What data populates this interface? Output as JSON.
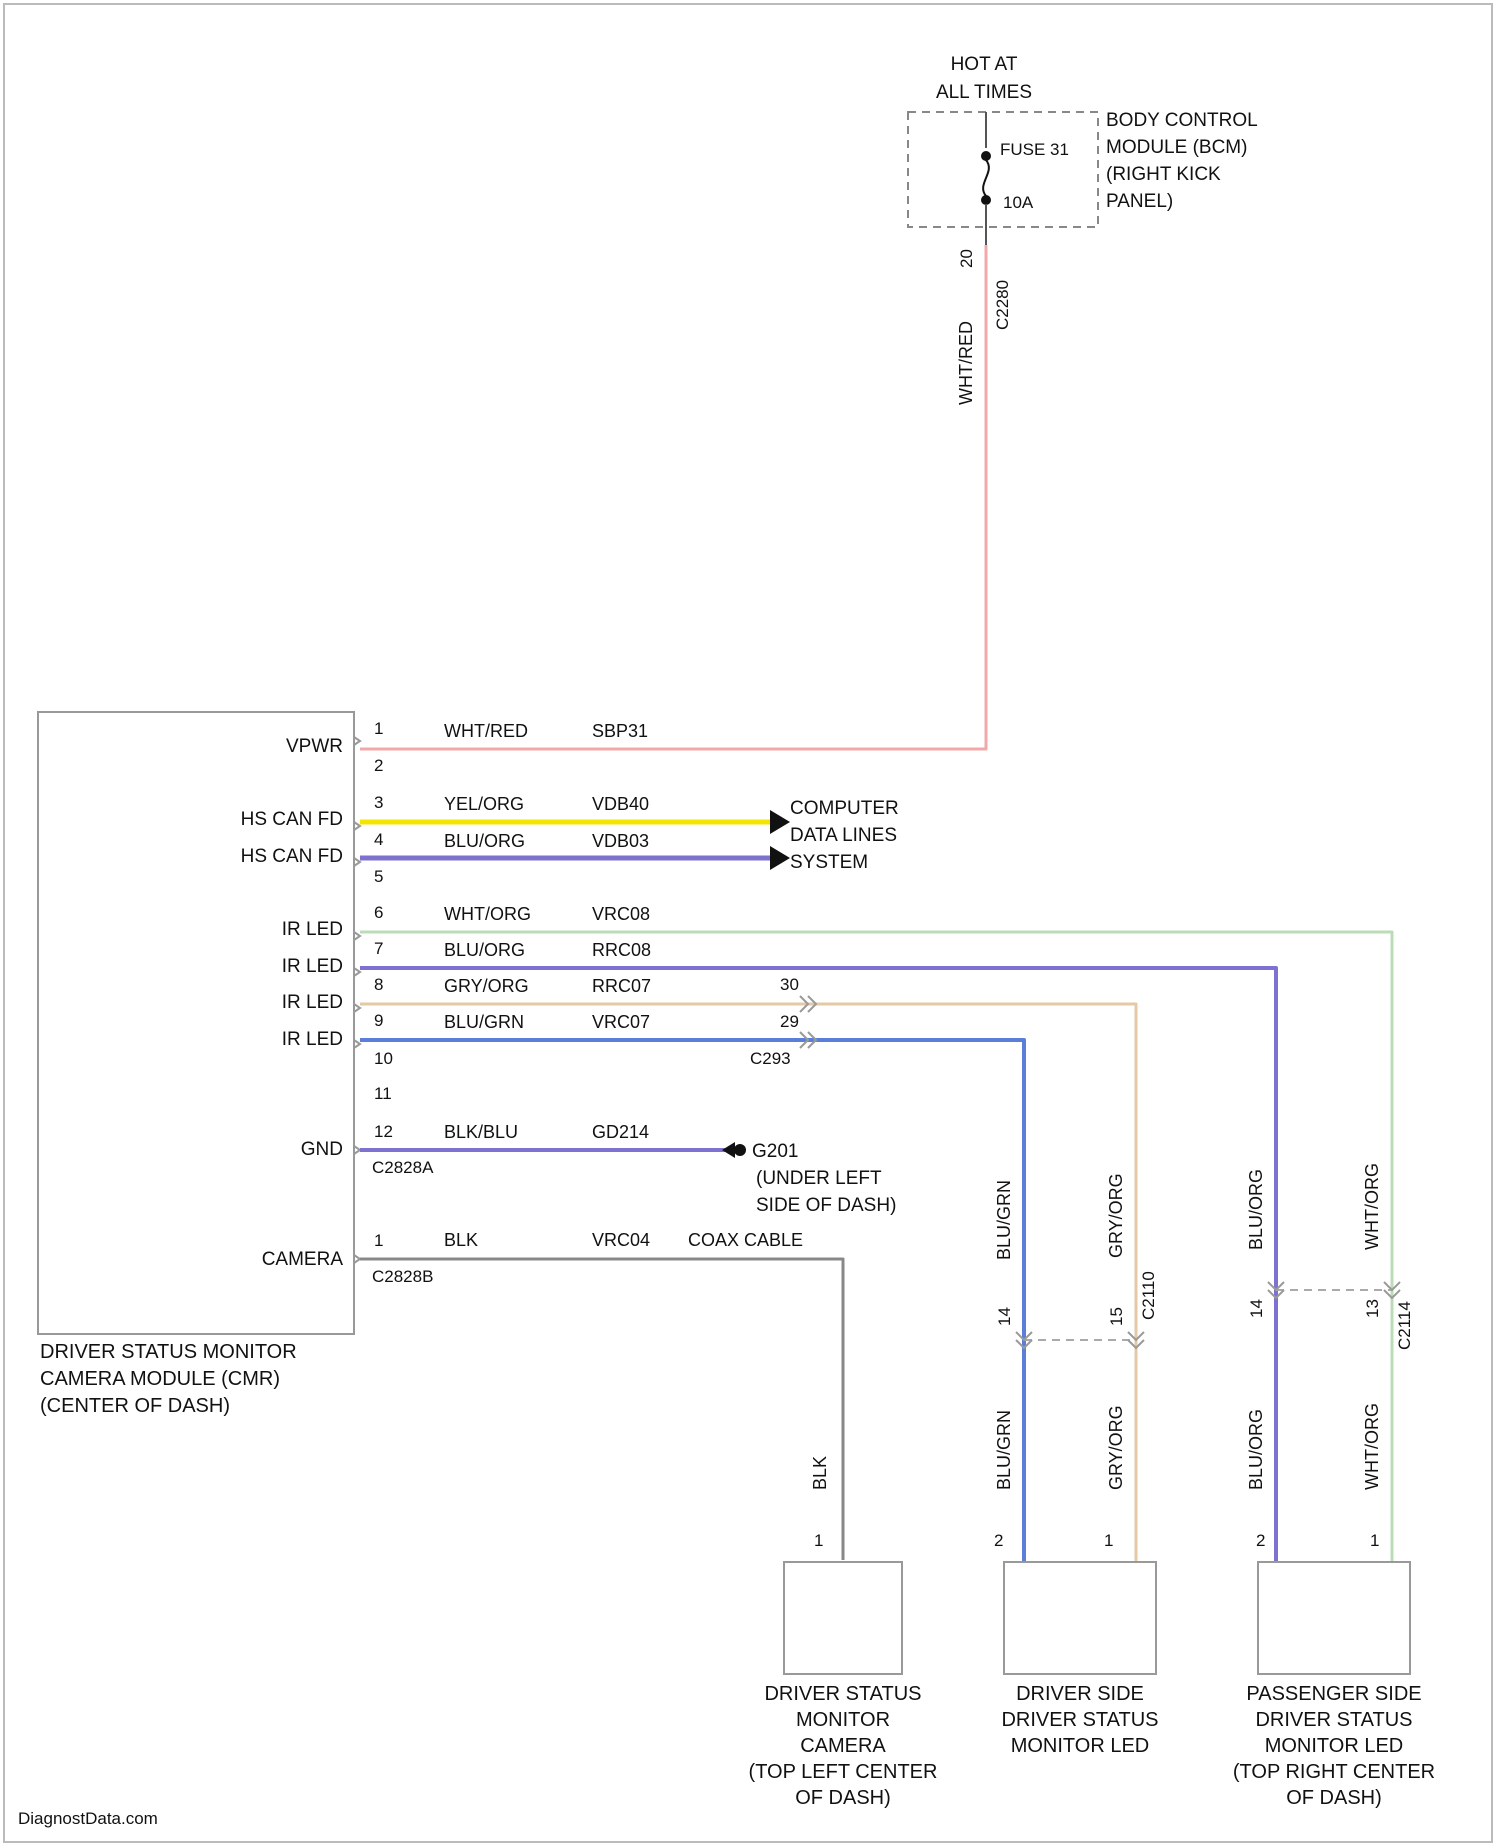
{
  "bcm": {
    "hot": [
      "HOT AT",
      "ALL TIMES"
    ],
    "fuse": [
      "FUSE 31",
      "10A"
    ],
    "name": [
      "BODY CONTROL",
      "MODULE (BCM)",
      "(RIGHT KICK",
      "PANEL)"
    ],
    "pin": "20",
    "connector": "C2280",
    "wire_color": "WHT/RED"
  },
  "module": {
    "caption": [
      "DRIVER STATUS MONITOR",
      "CAMERA MODULE (CMR)",
      "(CENTER OF DASH)"
    ],
    "labels": {
      "vpwr": "VPWR",
      "hs_can_1": "HS CAN FD",
      "hs_can_2": "HS CAN FD",
      "ir_led_1": "IR LED",
      "ir_led_2": "IR LED",
      "ir_led_3": "IR LED",
      "ir_led_4": "IR LED",
      "gnd": "GND",
      "camera": "CAMERA"
    },
    "pins": [
      "1",
      "2",
      "3",
      "4",
      "5",
      "6",
      "7",
      "8",
      "9",
      "10",
      "11",
      "12"
    ],
    "connector_a": "C2828A",
    "connector_b": "C2828B",
    "camera_pin": "1"
  },
  "wires": {
    "w1": [
      "WHT/RED",
      "SBP31"
    ],
    "w3": [
      "YEL/ORG",
      "VDB40"
    ],
    "w4": [
      "BLU/ORG",
      "VDB03"
    ],
    "w6": [
      "WHT/ORG",
      "VRC08"
    ],
    "w7": [
      "BLU/ORG",
      "RRC08"
    ],
    "w8": [
      "GRY/ORG",
      "RRC07"
    ],
    "w9": [
      "BLU/GRN",
      "VRC07"
    ],
    "w12": [
      "BLK/BLU",
      "GD214"
    ],
    "cam": [
      "BLK",
      "VRC04",
      "COAX CABLE"
    ]
  },
  "inline_connector": {
    "pin_a": "30",
    "pin_b": "29",
    "name": "C293"
  },
  "data_lines": [
    "COMPUTER",
    "DATA LINES",
    "SYSTEM"
  ],
  "ground": [
    "G201",
    "(UNDER LEFT",
    "SIDE OF DASH)"
  ],
  "camera_branch": {
    "wire": "BLK",
    "pin": "1"
  },
  "c2110": {
    "name": "C2110",
    "pins": [
      "14",
      "15"
    ],
    "upper": [
      "BLU/GRN",
      "GRY/ORG"
    ],
    "lower": [
      "BLU/GRN",
      "GRY/ORG"
    ],
    "device_pins": [
      "2",
      "1"
    ]
  },
  "c2114": {
    "name": "C2114",
    "pins": [
      "14",
      "13"
    ],
    "upper": [
      "BLU/ORG",
      "WHT/ORG"
    ],
    "lower": [
      "BLU/ORG",
      "WHT/ORG"
    ],
    "device_pins": [
      "2",
      "1"
    ]
  },
  "devices": {
    "camera": [
      "DRIVER STATUS",
      "MONITOR",
      "CAMERA",
      "(TOP LEFT CENTER",
      "OF DASH)"
    ],
    "driver_led": [
      "DRIVER SIDE",
      "DRIVER STATUS",
      "MONITOR LED"
    ],
    "passenger_led": [
      "PASSENGER SIDE",
      "DRIVER STATUS",
      "MONITOR LED",
      "(TOP RIGHT CENTER",
      "OF DASH)"
    ]
  },
  "watermark": "DiagnostData.com",
  "colors": {
    "red_wire": "#f0a8a8",
    "yellow_wire": "#f5e400",
    "purple_wire": "#7d72cf",
    "green_wire": "#bcdcb8",
    "tan_wire": "#e5c8a4",
    "blue_wire": "#5b7fd8",
    "gray_wire": "#888888"
  }
}
